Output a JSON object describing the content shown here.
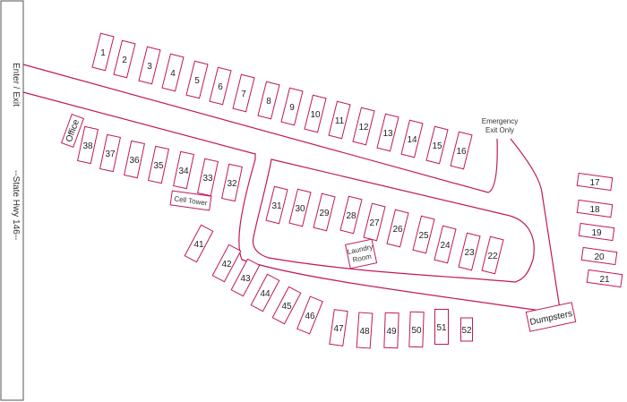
{
  "highway": {
    "enter_exit": "Enter / Exit",
    "name": "--State Hwy 146--"
  },
  "buildings": {
    "office": "Office",
    "cell_tower": "Cell Tower",
    "laundry_line1": "Laundry",
    "laundry_line2": "Room",
    "dumpsters": "Dumpsters",
    "emergency_line1": "Emergency",
    "emergency_line2": "Exit Only"
  },
  "lots": [
    "1",
    "2",
    "3",
    "4",
    "5",
    "6",
    "7",
    "8",
    "9",
    "10",
    "11",
    "12",
    "13",
    "14",
    "15",
    "16",
    "17",
    "18",
    "19",
    "20",
    "21",
    "22",
    "23",
    "24",
    "25",
    "26",
    "27",
    "28",
    "29",
    "30",
    "31",
    "32",
    "33",
    "34",
    "35",
    "36",
    "37",
    "38",
    "41",
    "42",
    "43",
    "44",
    "45",
    "46",
    "47",
    "48",
    "49",
    "50",
    "51",
    "52"
  ],
  "colors": {
    "outline": "#c2185b",
    "text": "#222222"
  }
}
